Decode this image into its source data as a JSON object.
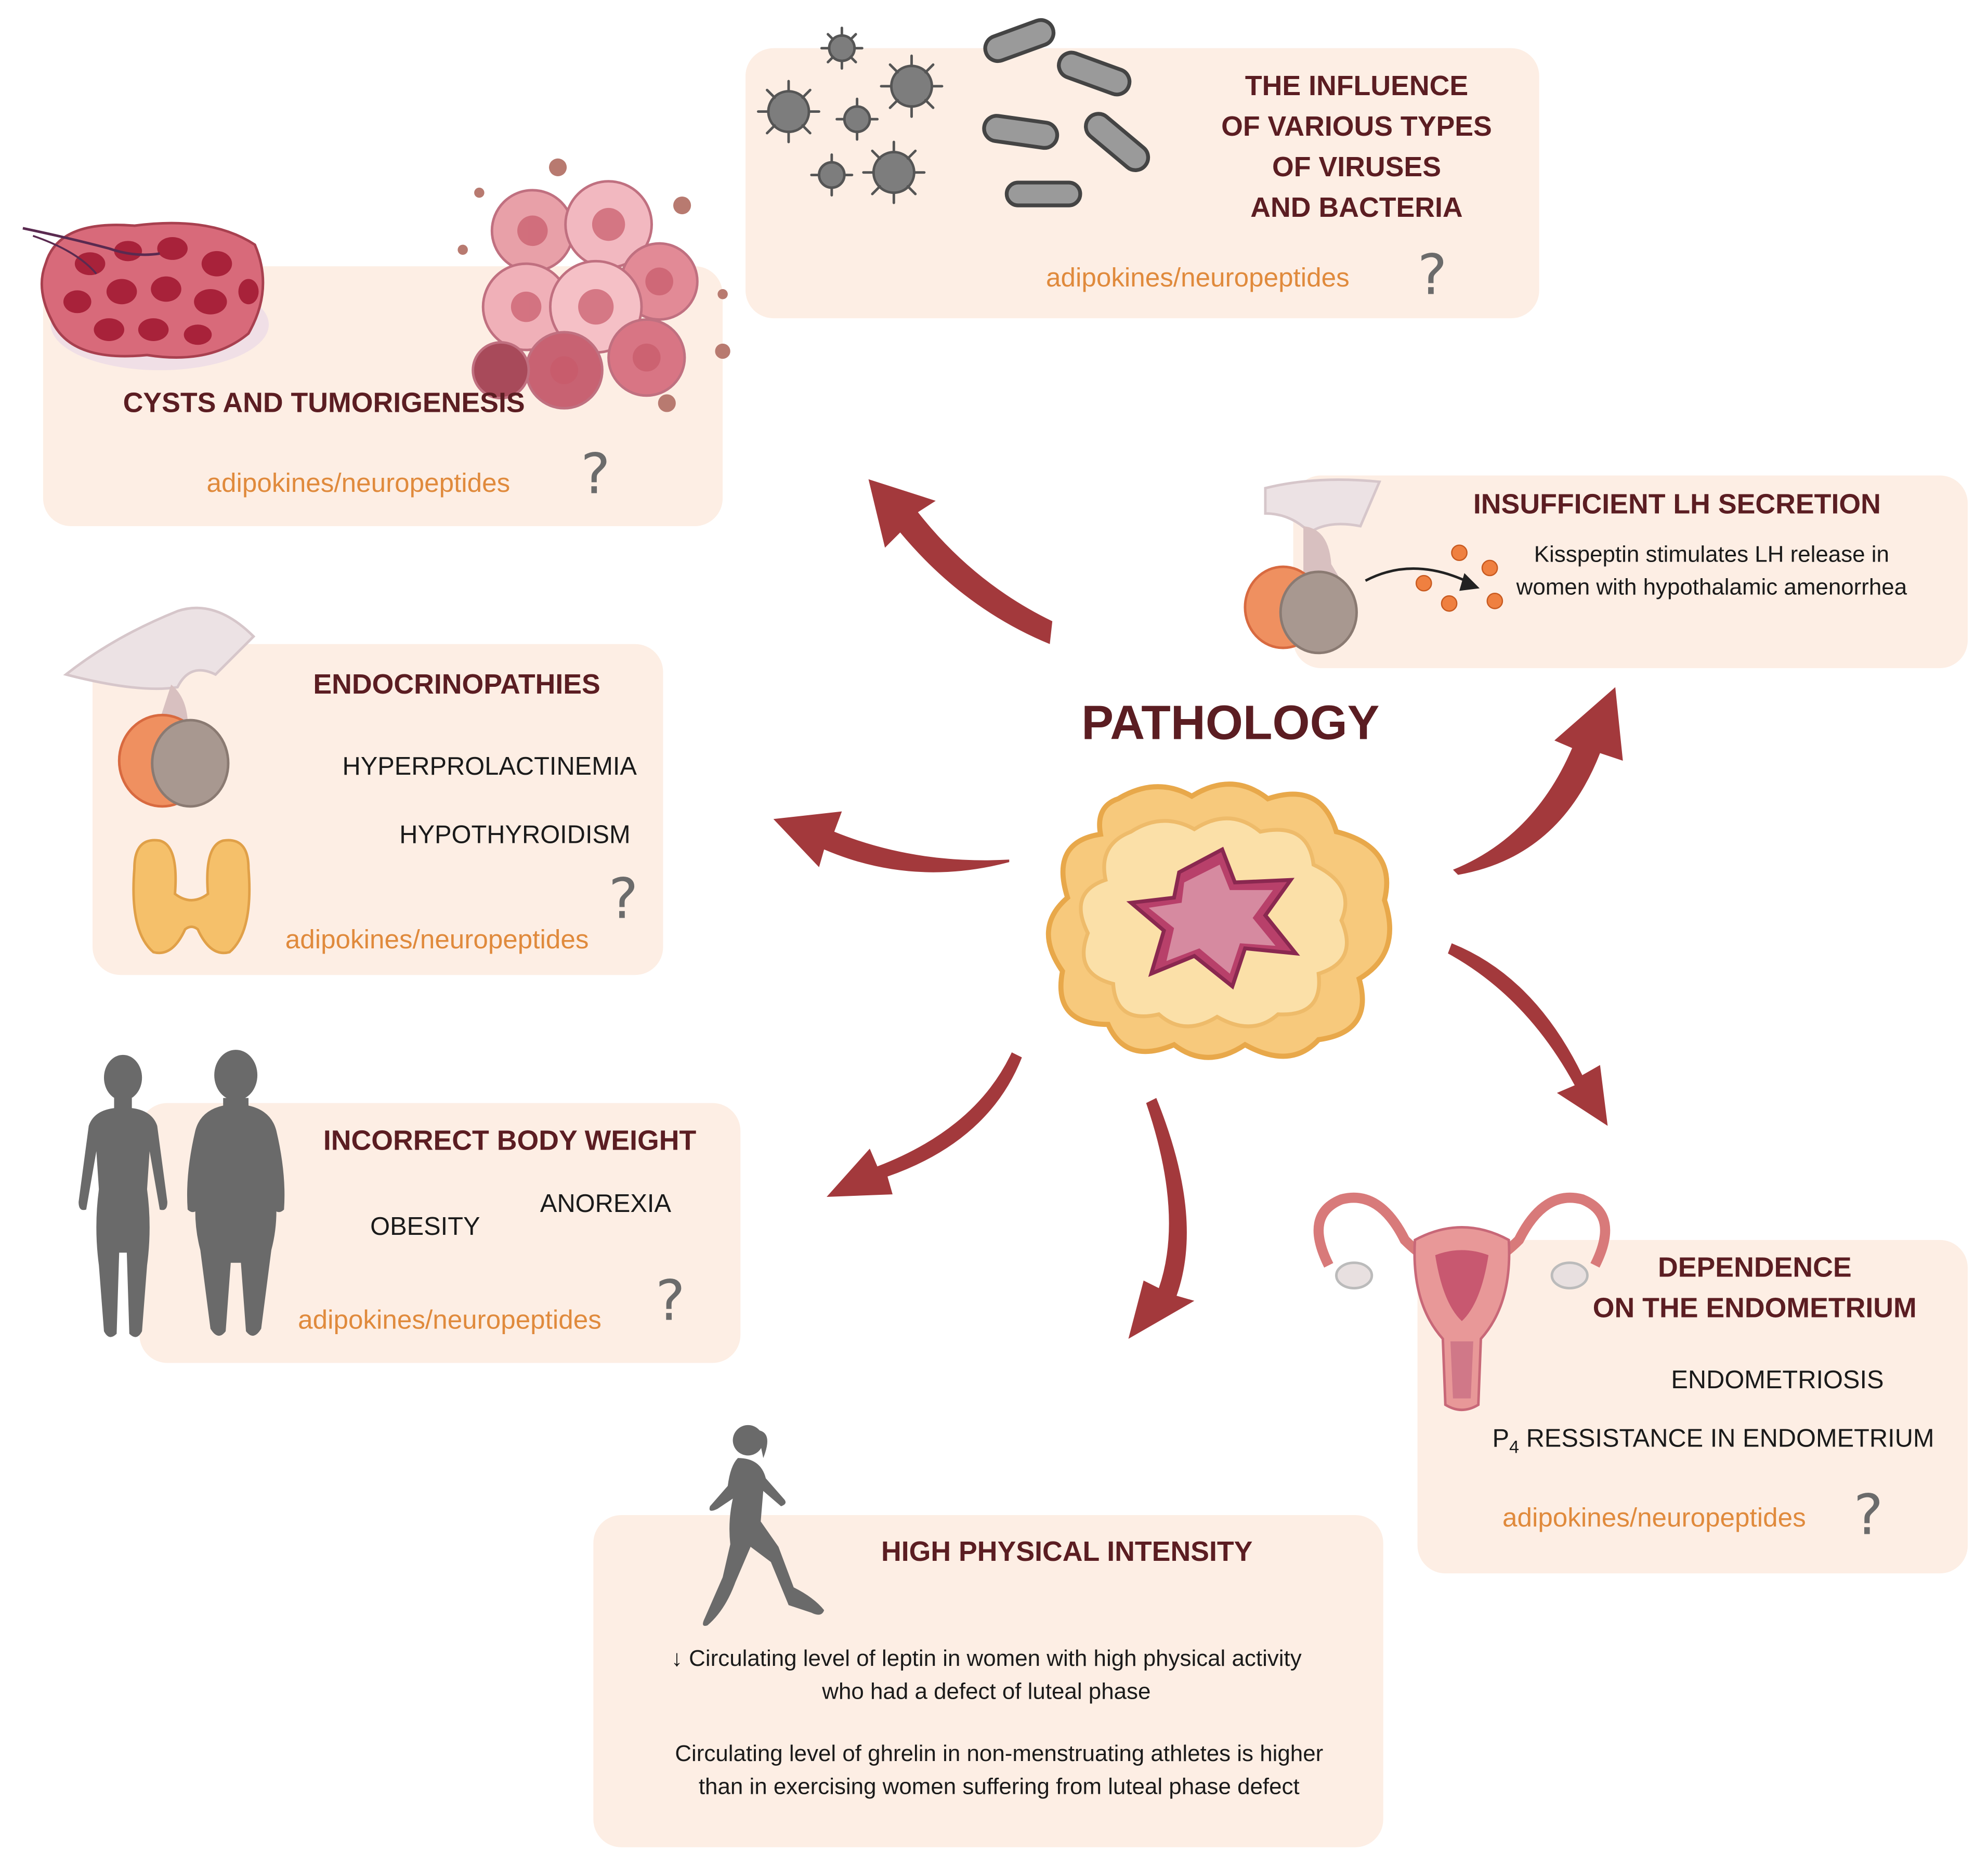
{
  "center": {
    "title": "PATHOLOGY"
  },
  "colors": {
    "box_bg": "#fdeee4",
    "title": "#5b1d22",
    "adipo": "#e08a3c",
    "arrow": "#a3393c"
  },
  "adipo_label": "adipokines/neuropeptides",
  "question_mark": "?",
  "viruses": {
    "title_lines": [
      "THE INFLUENCE",
      "OF VARIOUS TYPES",
      "OF VIRUSES",
      "AND BACTERIA"
    ],
    "adipo": "adipokines/neuropeptides",
    "q": "?"
  },
  "cysts": {
    "title": "CYSTS AND TUMORIGENESIS",
    "adipo": "adipokines/neuropeptides",
    "q": "?"
  },
  "lh": {
    "title": "INSUFFICIENT LH SECRETION",
    "text": "Kisspeptin stimulates LH release in women with hypothalamic amenorrhea"
  },
  "endo": {
    "title": "ENDOCRINOPATHIES",
    "items": [
      "HYPERPROLACTINEMIA",
      "HYPOTHYROIDISM"
    ],
    "adipo": "adipokines/neuropeptides",
    "q": "?"
  },
  "weight": {
    "title": "INCORRECT BODY WEIGHT",
    "items": [
      "OBESITY",
      "ANOREXIA"
    ],
    "adipo": "adipokines/neuropeptides",
    "q": "?"
  },
  "endometrium": {
    "title_lines": [
      "DEPENDENCE",
      "ON THE ENDOMETRIUM"
    ],
    "items": [
      "ENDOMETRIOSIS"
    ],
    "p4_prefix": "P",
    "p4_sub": "4",
    "p4_rest": " RESSISTANCE IN ENDOMETRIUM",
    "adipo": "adipokines/neuropeptides",
    "q": "?"
  },
  "physical": {
    "title": "HIGH PHYSICAL INTENSITY",
    "arrow_symbol": "↓",
    "text1": " Circulating level of leptin in women with high physical activity who had a defect of luteal phase",
    "text2": "Circulating level of ghrelin in non-menstruating athletes is higher than in exercising women suffering from luteal phase defect"
  },
  "icons": [
    "virus-icon",
    "bacteria-icon",
    "ovary-cyst-icon",
    "tumor-cells-icon",
    "pituitary-icon",
    "thyroid-icon",
    "female-silhouette-icon",
    "obese-silhouette-icon",
    "uterus-icon",
    "runner-icon",
    "follicle-icon"
  ]
}
